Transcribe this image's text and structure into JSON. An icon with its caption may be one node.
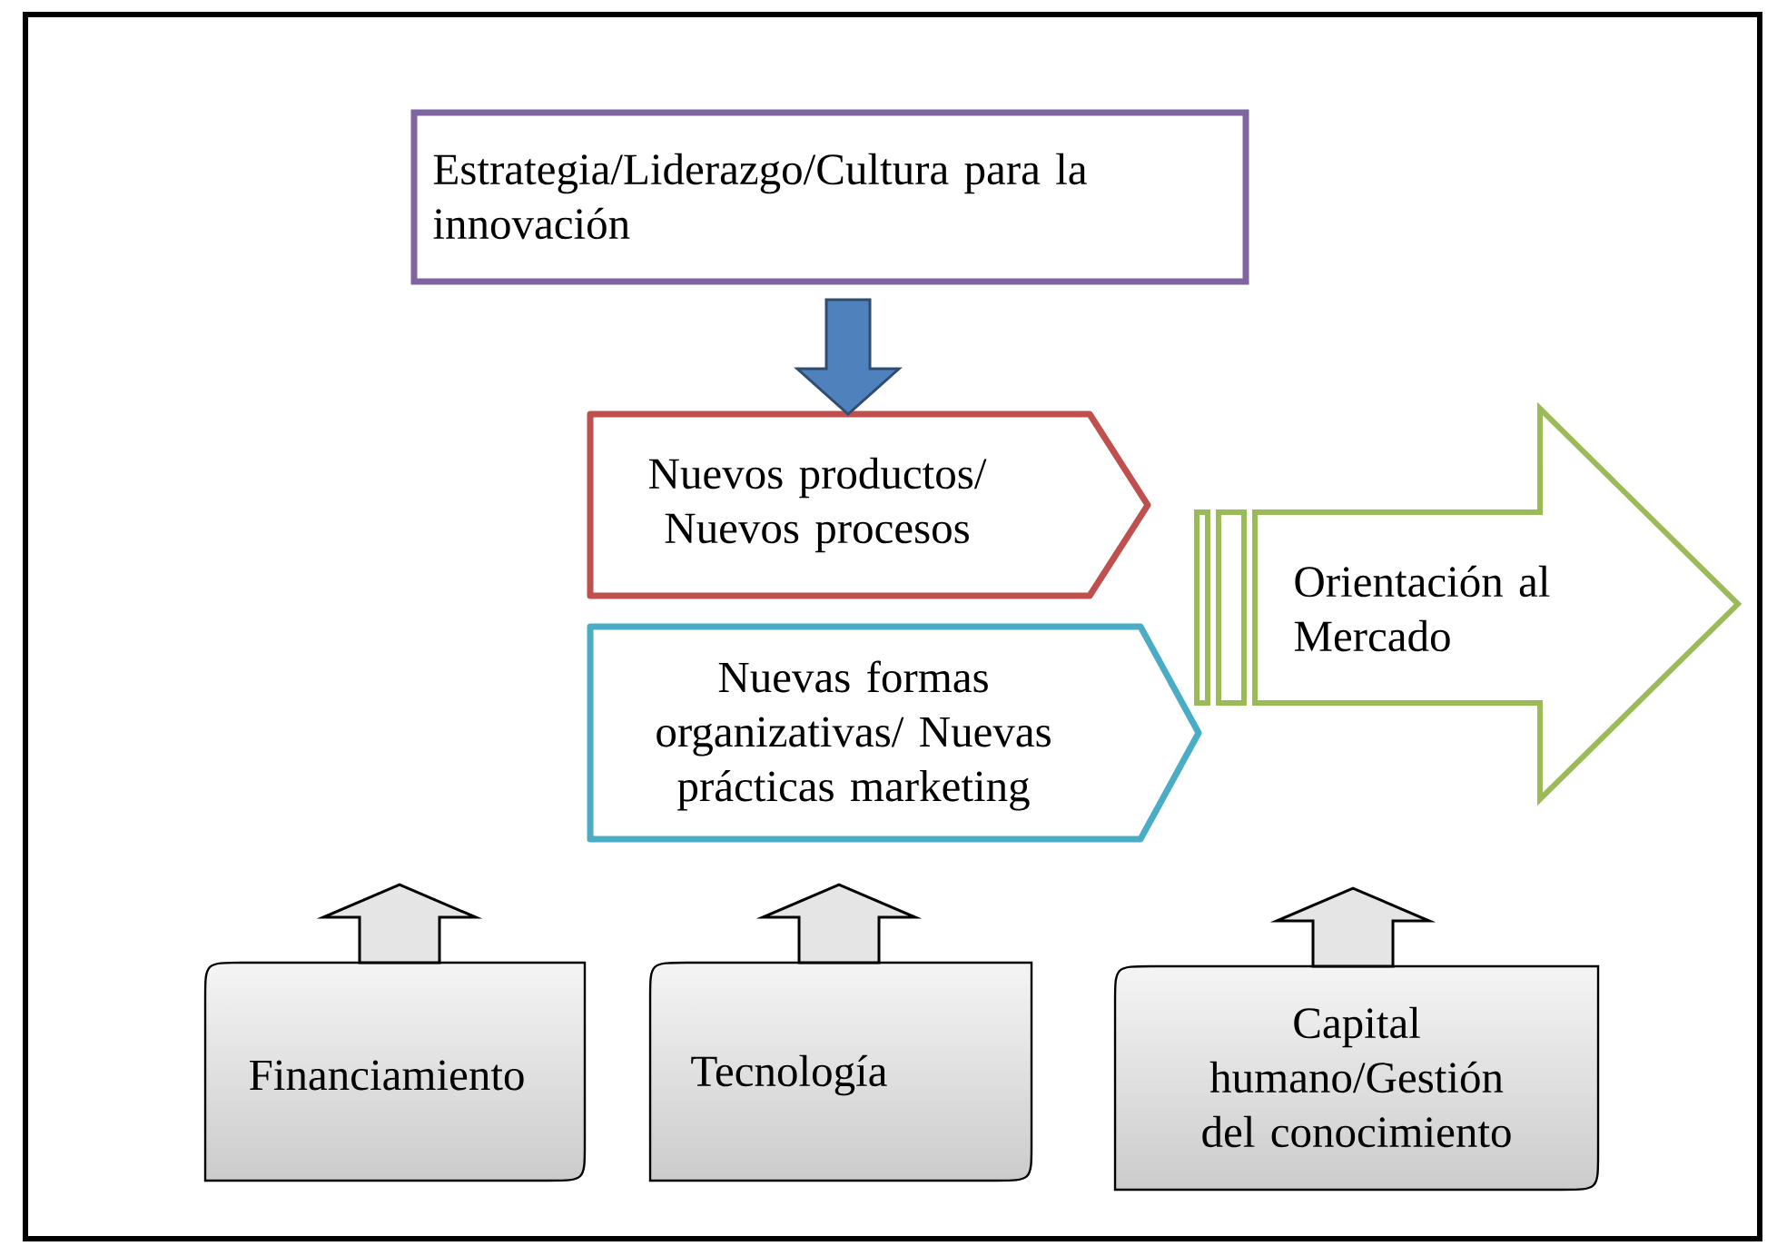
{
  "diagram": {
    "nodes": [
      {
        "text": [
          "Estrategia/Liderazgo/Cultura para la innovación"
        ]
      },
      {
        "text": [
          "Nuevos productos/ Nuevos procesos"
        ]
      },
      {
        "text": [
          "Nuevas formas organizativas/ Nuevas prácticas marketing"
        ]
      },
      {
        "text": [
          "Orientación al Mercado"
        ]
      },
      {
        "text": [
          "Financiamiento"
        ]
      },
      {
        "text": [
          "Tecnología"
        ]
      },
      {
        "text": [
          "Capital humano/Gestión del conocimiento"
        ]
      }
    ],
    "edges": [
      {
        "from": 0,
        "to": 1,
        "arrow": "to",
        "color": "#4f81bd"
      },
      {
        "from": 4,
        "to": null,
        "arrow": "to"
      },
      {
        "from": 5,
        "to": null,
        "arrow": "to"
      },
      {
        "from": 6,
        "to": null,
        "arrow": "to"
      }
    ]
  }
}
